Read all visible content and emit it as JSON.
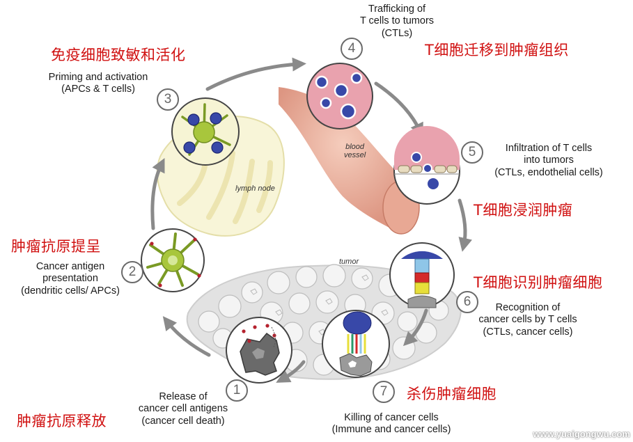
{
  "steps": [
    {
      "num": "1",
      "lines": [
        "Release of",
        "cancer cell antigens",
        "(cancer cell death)"
      ],
      "zh": "肿瘤抗原释放"
    },
    {
      "num": "2",
      "lines": [
        "Cancer antigen",
        "presentation",
        "(dendritic cells/ APCs)"
      ],
      "zh": "肿瘤抗原提呈"
    },
    {
      "num": "3",
      "lines": [
        "Priming and activation",
        "(APCs & T cells)"
      ],
      "zh": "免疫细胞致敏和活化"
    },
    {
      "num": "4",
      "lines": [
        "Trafficking of",
        "T cells to tumors",
        "(CTLs)"
      ],
      "zh": "T细胞迁移到肿瘤组织"
    },
    {
      "num": "5",
      "lines": [
        "Infiltration of T cells",
        "into tumors",
        "(CTLs, endothelial cells)"
      ],
      "zh": "T细胞浸润肿瘤"
    },
    {
      "num": "6",
      "lines": [
        "Recognition of",
        "cancer cells by T cells",
        "(CTLs, cancer cells)"
      ],
      "zh": "T细胞识别肿瘤细胞"
    },
    {
      "num": "7",
      "lines": [
        "Killing of cancer cells",
        "(Immune and cancer cells)"
      ],
      "zh": "杀伤肿瘤细胞"
    }
  ],
  "inline_labels": {
    "lymph_node": "lymph node",
    "blood_vessel": [
      "blood",
      "vessel"
    ],
    "tumor": "tumor"
  },
  "watermark": "www.yuaigongwu.com",
  "colors": {
    "chinese_text": "#d01010",
    "cycle_arrow": "#8a8a8a",
    "dendritic_cell": "#a8c63c",
    "t_cell": "#3848a8",
    "tumor_cells": "#dcdcdc",
    "vessel": "#e8a894"
  }
}
